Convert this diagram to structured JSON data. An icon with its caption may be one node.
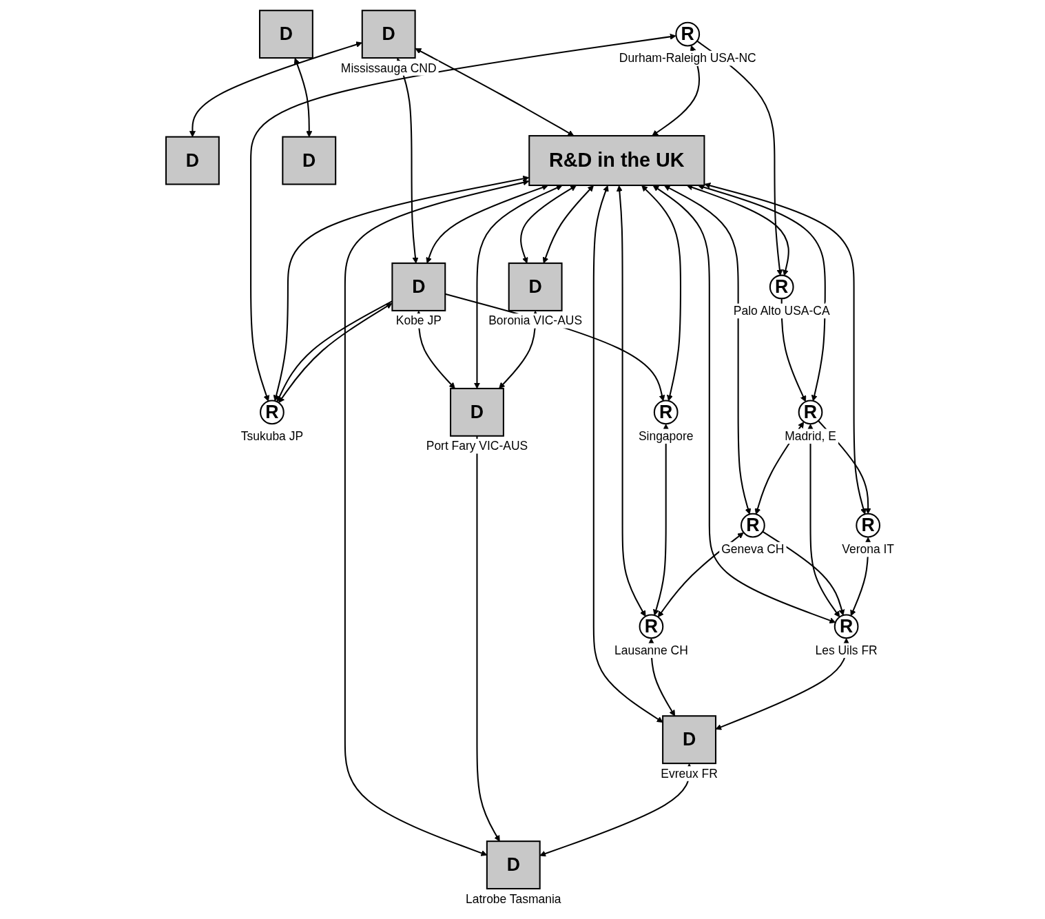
{
  "diagram": {
    "nodes": [
      {
        "text": [
          "D"
        ],
        "beside": [
          "Mississauga CND"
        ]
      },
      {
        "text": [
          "R"
        ],
        "beside": [
          "Tsukuba JP"
        ]
      },
      {
        "text": [
          "D"
        ]
      },
      {
        "text": [
          "R"
        ],
        "beside": [
          "Durham-Raleigh USA-NC"
        ]
      },
      {
        "text": [
          "D"
        ],
        "beside": [
          "Kobe JP"
        ]
      },
      {
        "text": [
          "R&D in the UK"
        ]
      },
      {
        "text": [
          "R"
        ],
        "beside": [
          "Palo Alto USA-CA"
        ]
      },
      {
        "text": [
          "R"
        ],
        "beside": [
          "Singapore"
        ]
      },
      {
        "text": [
          "D"
        ]
      },
      {
        "text": [
          "R"
        ],
        "beside": [
          "Madrid, E"
        ]
      },
      {
        "text": [
          "R"
        ],
        "beside": [
          "Geneva CH"
        ]
      },
      {
        "text": [
          "R"
        ],
        "beside": [
          "Lausanne CH"
        ]
      },
      {
        "text": [
          "D"
        ],
        "beside": [
          "Boronia VIC-AUS"
        ]
      },
      {
        "text": [
          "D"
        ],
        "beside": [
          "Port Fary VIC-AUS"
        ]
      },
      {
        "text": [
          "D"
        ]
      },
      {
        "text": [
          "R"
        ],
        "beside": [
          "Verona IT"
        ]
      },
      {
        "text": [
          "R"
        ],
        "beside": [
          "Les Uils FR"
        ]
      },
      {
        "text": [
          "D"
        ],
        "beside": [
          "Evreux FR"
        ]
      },
      {
        "text": [
          "D"
        ],
        "beside": [
          "Latrobe Tasmania"
        ]
      }
    ],
    "edges": [
      {
        "from": 0,
        "to": 4,
        "arrow": "both"
      },
      {
        "from": 0,
        "to": 5,
        "arrow": "both"
      },
      {
        "from": 0,
        "to": 2,
        "arrow": "both"
      },
      {
        "from": 3,
        "to": 1,
        "arrow": "both"
      },
      {
        "from": 3,
        "to": 5,
        "arrow": "both"
      },
      {
        "from": 5,
        "to": 1,
        "arrow": "both"
      },
      {
        "from": 5,
        "to": 4,
        "arrow": "both"
      },
      {
        "from": 4,
        "to": 1,
        "arrow": "to"
      },
      {
        "from": 4,
        "to": 1,
        "arrow": "both"
      },
      {
        "from": 4,
        "to": 7,
        "arrow": "to"
      },
      {
        "from": 4,
        "to": 13,
        "arrow": "both"
      },
      {
        "from": 3,
        "to": 6,
        "arrow": "to"
      },
      {
        "from": 5,
        "to": 6,
        "arrow": "both"
      },
      {
        "from": 5,
        "to": 7,
        "arrow": "both"
      },
      {
        "from": 6,
        "to": 9,
        "arrow": "to"
      },
      {
        "from": 5,
        "to": 9,
        "arrow": "both"
      },
      {
        "from": 5,
        "to": 15,
        "arrow": "both"
      },
      {
        "from": 5,
        "to": 16,
        "arrow": "both"
      },
      {
        "from": 5,
        "to": 10,
        "arrow": "both"
      },
      {
        "from": 5,
        "to": 17,
        "arrow": "both"
      },
      {
        "from": 5,
        "to": 11,
        "arrow": "both"
      },
      {
        "from": 5,
        "to": 18,
        "arrow": "both"
      },
      {
        "from": 5,
        "to": 12,
        "arrow": "both"
      },
      {
        "from": 5,
        "to": 12,
        "arrow": "both"
      },
      {
        "from": 5,
        "to": 13,
        "arrow": "both"
      },
      {
        "from": 7,
        "to": 11,
        "arrow": "both"
      },
      {
        "from": 8,
        "to": 14,
        "arrow": "both"
      },
      {
        "from": 9,
        "to": 15,
        "arrow": "to"
      },
      {
        "from": 9,
        "to": 10,
        "arrow": "both"
      },
      {
        "from": 10,
        "to": 11,
        "arrow": "both"
      },
      {
        "from": 9,
        "to": 16,
        "arrow": "both"
      },
      {
        "from": 10,
        "to": 16,
        "arrow": "to"
      },
      {
        "from": 11,
        "to": 17,
        "arrow": "both"
      },
      {
        "from": 12,
        "to": 13,
        "arrow": "both"
      },
      {
        "from": 13,
        "to": 18,
        "arrow": "to"
      },
      {
        "from": 15,
        "to": 16,
        "arrow": "both"
      },
      {
        "from": 16,
        "to": 17,
        "arrow": "both"
      },
      {
        "from": 17,
        "to": 18,
        "arrow": "both"
      }
    ]
  }
}
